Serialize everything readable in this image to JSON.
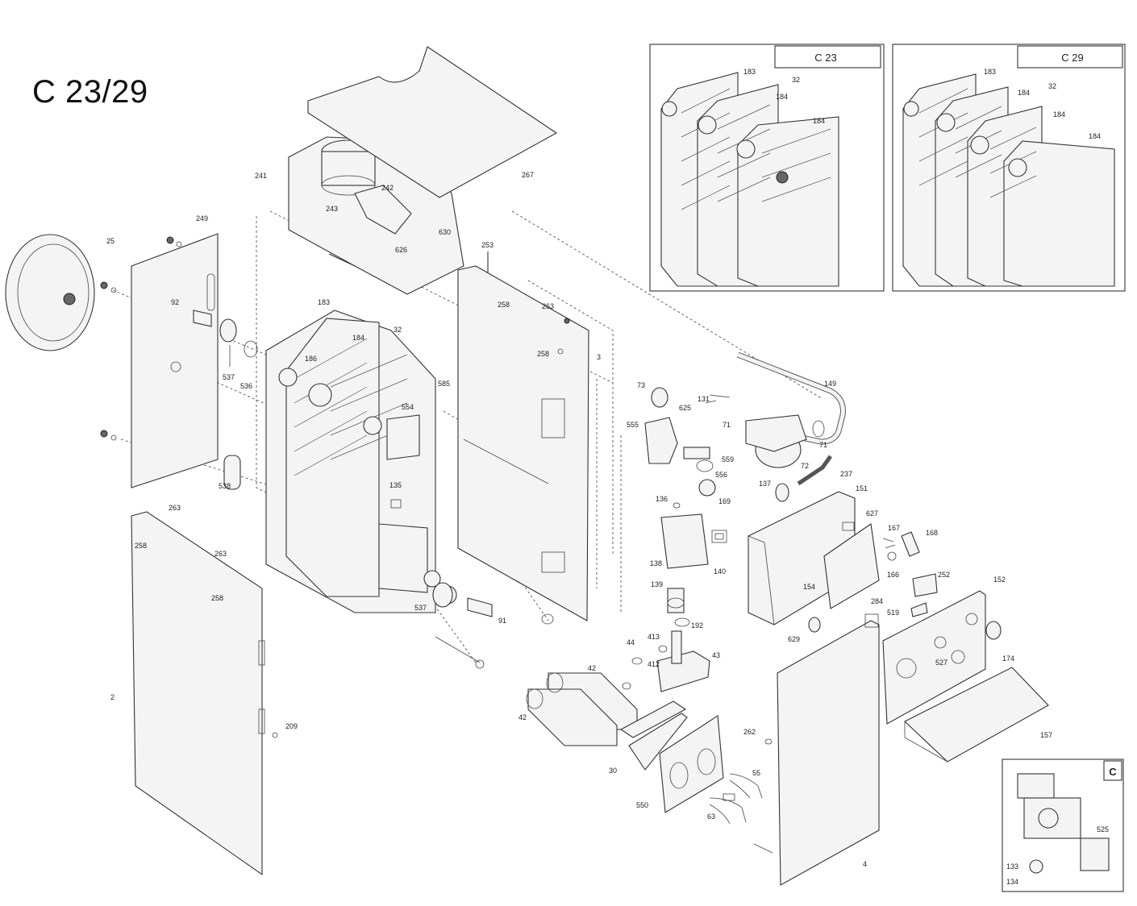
{
  "title": "C 23/29",
  "insets": {
    "c23": {
      "label": "C 23",
      "parts": [
        "183",
        "32",
        "184",
        "184"
      ]
    },
    "c29": {
      "label": "C 29",
      "parts": [
        "183",
        "32",
        "184",
        "184",
        "184"
      ]
    },
    "c": {
      "label": "C",
      "parts": [
        "525",
        "133",
        "134"
      ]
    }
  },
  "labels": {
    "p25": "25",
    "p249": "249",
    "p241": "241",
    "p242": "242",
    "p243": "243",
    "p626": "626",
    "p630": "630",
    "p267": "267",
    "p253": "253",
    "p258a": "258",
    "p263a": "263",
    "p258b": "258",
    "p3": "3",
    "p183": "183",
    "p32": "32",
    "p186": "186",
    "p184": "184",
    "p92": "92",
    "p537a": "537",
    "p536": "536",
    "p585": "585",
    "p554": "554",
    "p538": "538",
    "p135": "135",
    "p263b": "263",
    "p258c": "258",
    "p263c": "263",
    "p258d": "258",
    "p2": "2",
    "p209": "209",
    "p537b": "537",
    "p91": "91",
    "p149": "149",
    "p73": "73",
    "p131": "131",
    "p625": "625",
    "p555": "555",
    "p71a": "71",
    "p71b": "71",
    "p72": "72",
    "p559": "559",
    "p556": "556",
    "p237": "237",
    "p169": "169",
    "p137": "137",
    "p151": "151",
    "p136": "136",
    "p138": "138",
    "p140": "140",
    "p627": "627",
    "p167": "167",
    "p168": "168",
    "p166": "166",
    "p154": "154",
    "p139": "139",
    "p192": "192",
    "p284": "284",
    "p252": "252",
    "p152": "152",
    "p519": "519",
    "p413": "413",
    "p44": "44",
    "p412": "412",
    "p43": "43",
    "p629": "629",
    "p527": "527",
    "p174": "174",
    "p42a": "42",
    "p42b": "42",
    "p157": "157",
    "p262": "262",
    "p30": "30",
    "p55": "55",
    "p550": "550",
    "p63": "63",
    "p4": "4"
  }
}
